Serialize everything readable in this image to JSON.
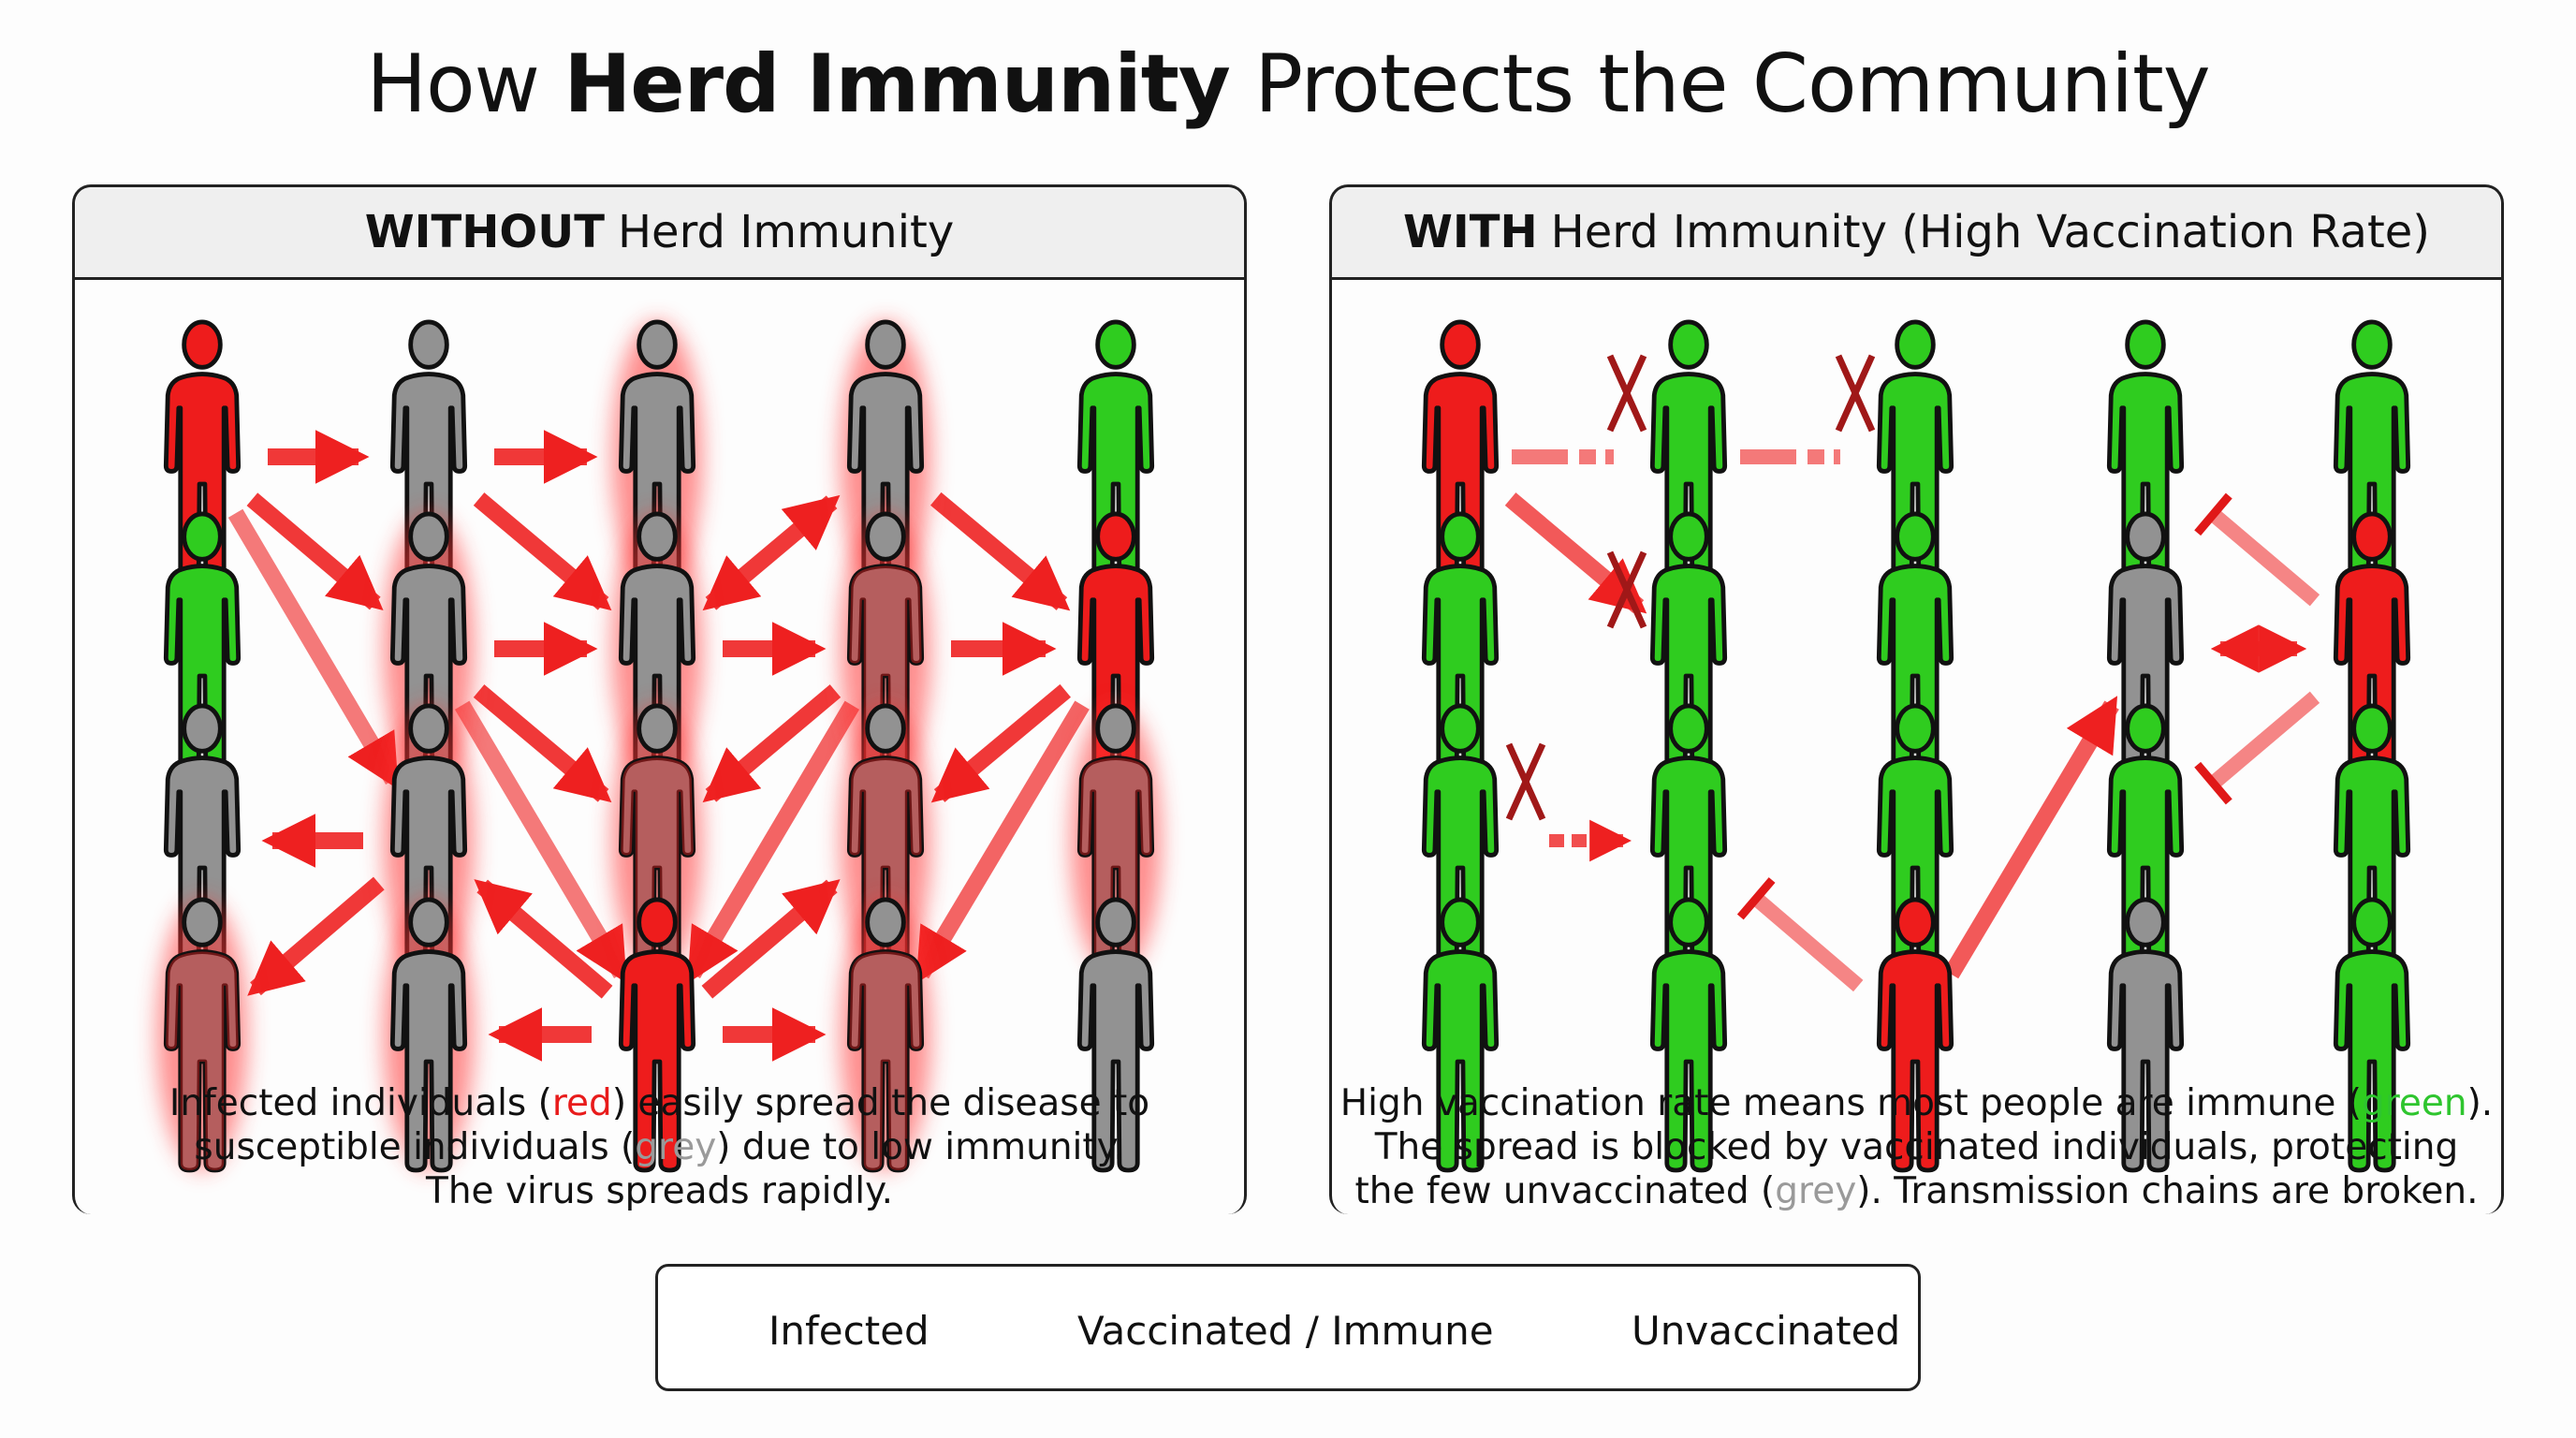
{
  "title": {
    "prefix": "How ",
    "bold": "Herd Immunity",
    "suffix": " Protects the Community"
  },
  "colors": {
    "infected": "#ee1c1c",
    "vaccinated": "#2fcc1f",
    "unvaccinated": "#929292",
    "arrow": "#ee2222",
    "block": "#a01818"
  },
  "panels": [
    {
      "id": "without",
      "header_bold": "WITHOUT",
      "header_rest": "Herd Immunity",
      "caption": {
        "line1_a": "Infected individuals (",
        "line1_red": "red",
        "line1_b": ") easily spread the disease to",
        "line2_a": "susceptible individuals (",
        "line2_grey": "grey",
        "line2_b": ") due to low immunity.",
        "line3": "The virus spreads rapidly."
      },
      "grid": [
        [
          "infected",
          "unvaccinated",
          "unvaccinated-glow",
          "unvaccinated-glow",
          "vaccinated"
        ],
        [
          "vaccinated",
          "unvaccinated-glow",
          "unvaccinated-glow",
          "exposed",
          "infected"
        ],
        [
          "unvaccinated",
          "unvaccinated-glow",
          "exposed",
          "exposed",
          "exposed"
        ],
        [
          "exposed",
          "unvaccinated-glow",
          "infected",
          "exposed",
          "unvaccinated"
        ]
      ]
    },
    {
      "id": "with",
      "header_bold": "WITH",
      "header_rest": "Herd Immunity (High Vaccination Rate)",
      "caption": {
        "line1_a": "High vaccination rate means most people are immune (",
        "line1_green": "green",
        "line1_b": ").",
        "line2": "The spread is blocked by vaccinated individuals, protecting",
        "line3_a": "the few unvaccinated (",
        "line3_grey": "grey",
        "line3_b": "). Transmission chains are broken."
      },
      "grid": [
        [
          "infected",
          "vaccinated",
          "vaccinated",
          "vaccinated",
          "vaccinated"
        ],
        [
          "vaccinated",
          "vaccinated",
          "vaccinated",
          "unvaccinated",
          "infected"
        ],
        [
          "vaccinated",
          "vaccinated",
          "vaccinated",
          "vaccinated",
          "vaccinated"
        ],
        [
          "vaccinated",
          "vaccinated",
          "infected",
          "unvaccinated",
          "vaccinated"
        ]
      ]
    }
  ],
  "legend": [
    {
      "status": "infected",
      "label": "Infected"
    },
    {
      "status": "vaccinated",
      "label": "Vaccinated / Immune"
    },
    {
      "status": "unvaccinated",
      "label": "Unvaccinated"
    }
  ]
}
